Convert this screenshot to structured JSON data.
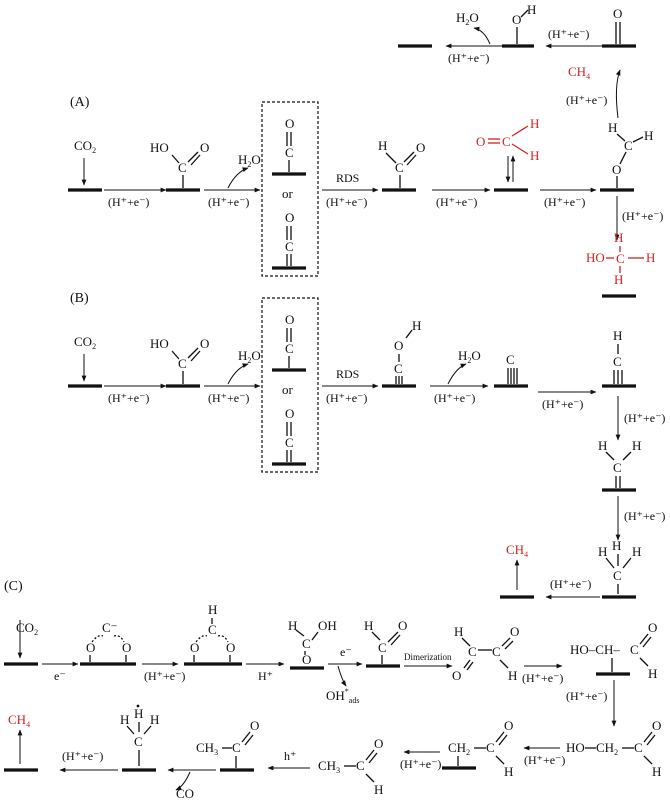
{
  "panels": {
    "a": "(A)",
    "b": "(B)",
    "c": "(C)"
  },
  "species": {
    "co2": "CO",
    "co2_sub": "2",
    "h2o": "H",
    "h2o_sub": "2",
    "h2o_tail": "O",
    "ch4": "CH",
    "ch4_sub": "4",
    "co": "CO",
    "oh_ads": "OH",
    "oh_sup": "*",
    "oh_sub": "ads",
    "ch2": "CH",
    "ch2_sub": "2",
    "ch3": "CH",
    "ch3_sub": "3",
    "ho": "HO",
    "ho_ch": "HO–CH–",
    "ho_ch2": "HO–CH",
    "ch3_c": "CH",
    "or": "or"
  },
  "atoms": {
    "H": "H",
    "O": "O",
    "C": "C",
    "HO": "HO",
    "OH": "OH",
    "C_minus": "C⁻",
    "H_dot": "H"
  },
  "labels": {
    "step": "(H⁺+e⁻)",
    "rds": "RDS",
    "e_minus": "e⁻",
    "h_plus": "H⁺",
    "h_plus_c": "h⁺",
    "dimerization": "Dimerization",
    "e_minus2": "e⁻"
  },
  "colors": {
    "highlight": "#d42020",
    "ink": "#111111"
  }
}
